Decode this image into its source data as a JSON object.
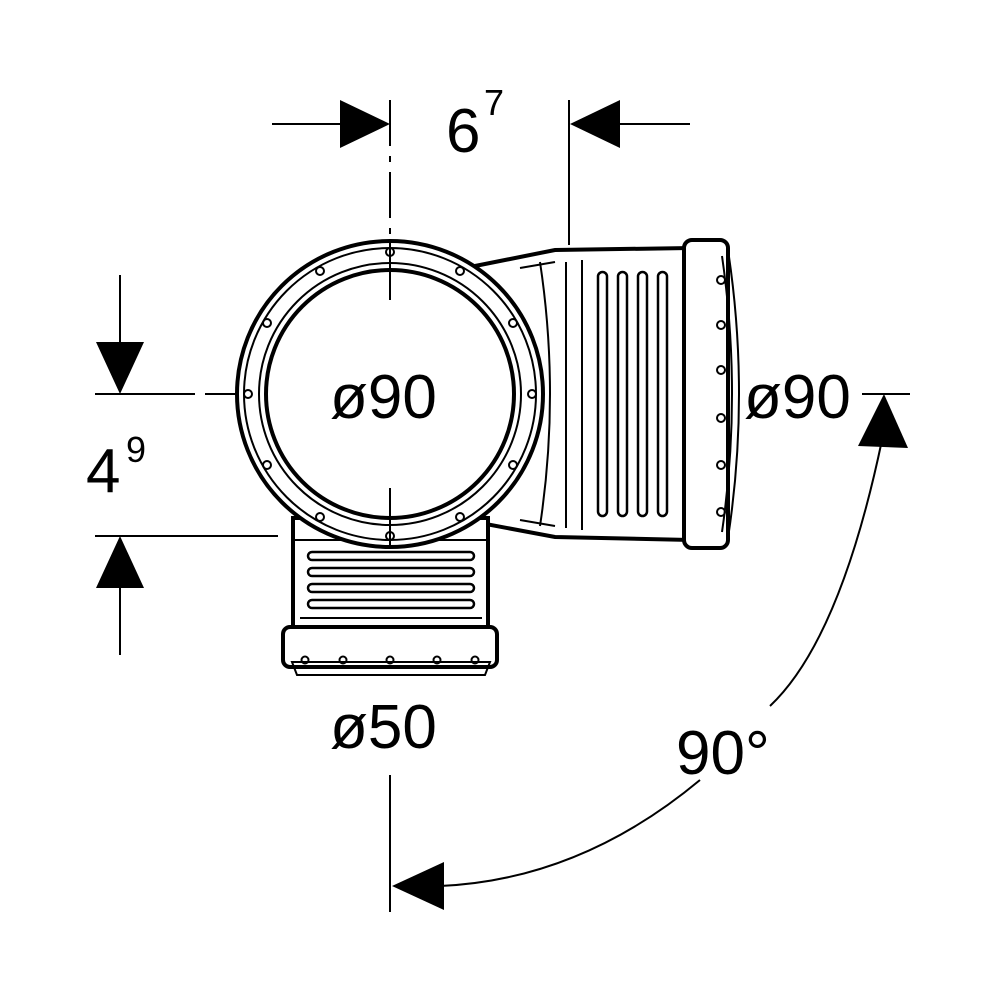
{
  "dimensions": {
    "offset_horizontal": {
      "base": "6",
      "superscript": "7"
    },
    "offset_vertical": {
      "base": "4",
      "superscript": "9"
    },
    "diameter_top_inlet": "ø90",
    "diameter_side_outlet": "ø90",
    "diameter_bottom_outlet": "ø50",
    "angle": "90°"
  },
  "colors": {
    "stroke": "#000000",
    "background": "#ffffff"
  }
}
